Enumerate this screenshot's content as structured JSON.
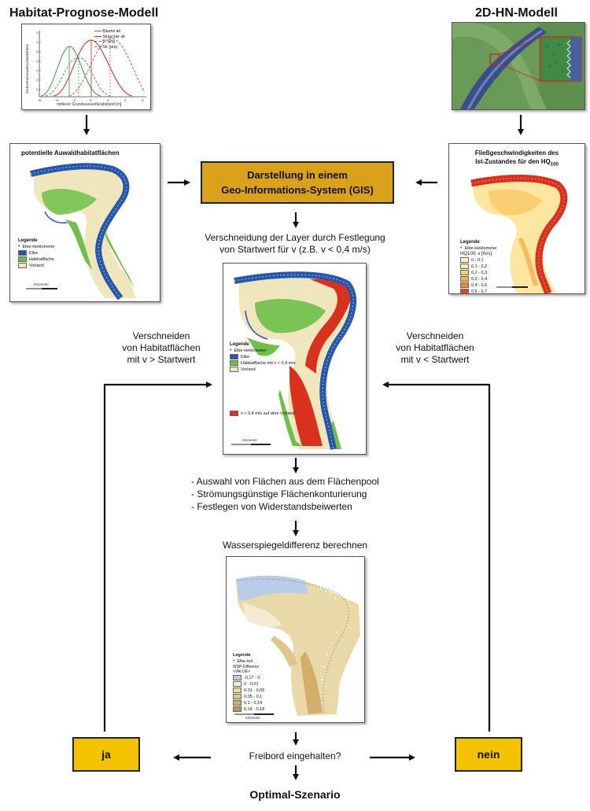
{
  "titles": {
    "left": "Habitat-Prognose-Modell",
    "right": "2D-HN-Modell"
  },
  "chart_panel": {
    "ylabel": "Vorkommenswahrscheinlichkeit",
    "xlabel": "mittlerer Grundwasserflurabstand [m]",
    "legend": [
      "Bäume alt",
      "Sträucher alt",
      "B. jung",
      "Str. jung"
    ],
    "colors": [
      "#2e9a3a",
      "#d02020",
      "#3aa040",
      "#e04848"
    ]
  },
  "habitat_map": {
    "title": "potentielle Auwaldhabitatflächen",
    "legend_title": "Legende",
    "legend": [
      "Elbe-Hektometer",
      "Elbe",
      "Habitatfläche",
      "Vorland"
    ],
    "scale_label": "Kilometer"
  },
  "velocity_map": {
    "title_line1": "Fließgeschwindigkeiten des",
    "title_line2": "Ist-Zustandes für den HQ",
    "title_sub": "100",
    "legend_title": "Legende",
    "legend_first": "Elbe-Hektometer",
    "legend_head": "HQ100: v [m/s]",
    "legend": [
      "0 - 0,1",
      "0,1 - 0,2",
      "0,2 - 0,3",
      "0,3 - 0,4",
      "0,4 - 0,5",
      "0,5 - 0,7"
    ],
    "legend_colors": [
      "#fff6c8",
      "#fde7a0",
      "#f9cf72",
      "#f4b050",
      "#ec8a3a",
      "#d64a2a"
    ]
  },
  "gis_box": {
    "line1": "Darstellung in einem",
    "line2": "Geo-Informations-System (GIS)"
  },
  "step_intersect": {
    "line1": "Verschneidung der Layer durch Festlegung",
    "line2": "von Startwert für v (z.B. v < 0,4 m/s)"
  },
  "center_map": {
    "legend_title": "Legende",
    "legend": [
      "Elbe-Hektometer",
      "Elbe",
      "Habitatfläche mit v < 0,4 m/s",
      "Vorland"
    ],
    "legend_extra": "v > 0,4 m/s auf dem Vorland",
    "scale_label": "Kilometer"
  },
  "left_branch": {
    "line1": "Verschneiden",
    "line2": "von Habitatflächen",
    "line3": "mit v > Startwert"
  },
  "right_branch": {
    "line1": "Verschneiden",
    "line2": "von Habitatflächen",
    "line3": "mit v < Startwert"
  },
  "steps_list": [
    "- Auswahl von Flächen aus dem  Flächenpool",
    "- Strömungsgünstige Flächenkonturierung",
    "- Festlegen von Widerstandsbeiwerten"
  ],
  "wsp_step": "Wasserspiegeldifferenz berechnen",
  "wsp_map": {
    "legend_title": "Legende",
    "legend_first": "Elbe-km",
    "legend_head": "WSP-Differenz",
    "legend_sub": "<VALUE>",
    "legend": [
      "-0,17 - 0",
      "0 - 0,01",
      "0,01 - 0,05",
      "0,05 - 0,1",
      "0,1 - 0,14",
      "0,14 - 0,18"
    ],
    "legend_colors": [
      "#b9cde8",
      "#f3ecd2",
      "#ead9a8",
      "#e0c68a",
      "#d2ad6c",
      "#c29455"
    ],
    "scale_label": "Kilometer"
  },
  "decision": {
    "question": "Freibord eingehalten?",
    "yes": "ja",
    "no": "nein"
  },
  "result": "Optimal-Szenario",
  "colors": {
    "gis_fill": "#d9a21a",
    "decision_fill": "#f3c300",
    "river_blue": "#2657a8",
    "habitat_green": "#6fbf4a",
    "floodplain": "#efe6bd",
    "velocity_red": "#d8321e"
  }
}
